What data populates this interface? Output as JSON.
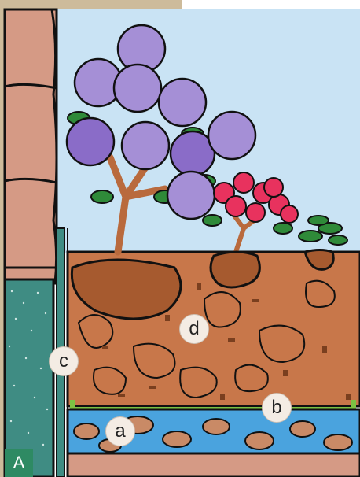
{
  "labels": {
    "a": "a",
    "b": "b",
    "c": "c",
    "d": "d"
  },
  "panel": "A",
  "colors": {
    "sky": "#c9e3f4",
    "wall": "#d59a85",
    "soil": "#c8774a",
    "insulation": "#3f8c83",
    "drainage_water": "#4aa3de",
    "filter_mat": "#7cc243",
    "hydrangea": "#a58fd6",
    "azalea": "#e8325e",
    "foliage": "#2f8a39",
    "trunk": "#b96a3d",
    "panel_badge": "#2e8a63",
    "top_band": "#cdbb9b"
  }
}
